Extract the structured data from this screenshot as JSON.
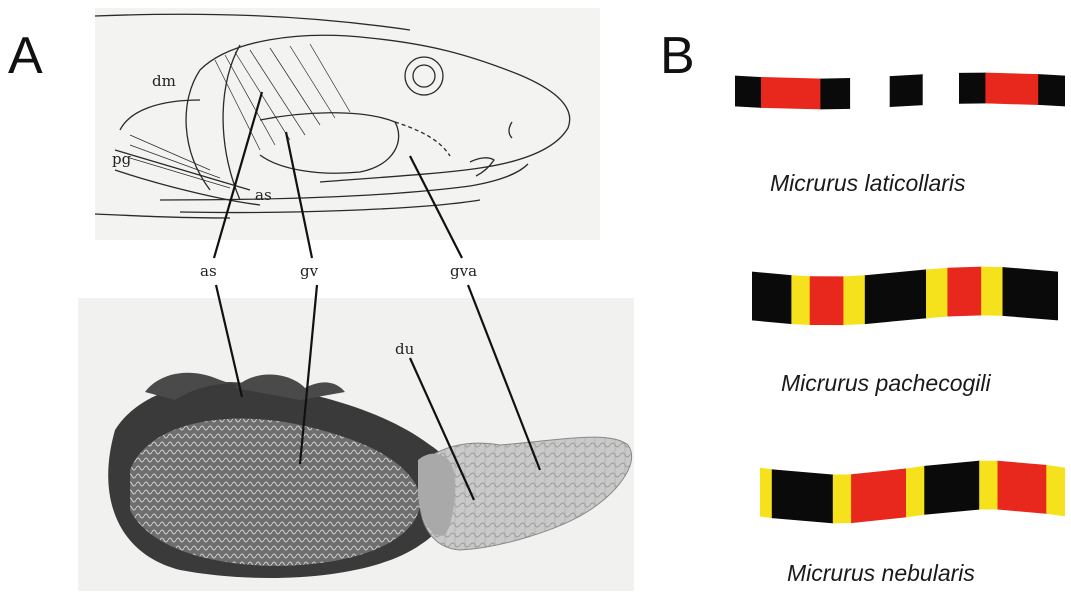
{
  "panels": {
    "a": {
      "letter": "A",
      "drawing_labels": {
        "dm": "dm",
        "pg": "pg",
        "as": "as"
      },
      "callouts": {
        "as": "as",
        "gv": "gv",
        "gva": "gva",
        "du": "du"
      }
    },
    "b": {
      "letter": "B",
      "species": [
        {
          "name": "Micrurus laticollaris",
          "colors": [
            "black",
            "red",
            "black",
            "white",
            "black",
            "white",
            "black",
            "red",
            "black"
          ]
        },
        {
          "name": "Micrurus pachecogili",
          "colors": [
            "black",
            "yellow",
            "red",
            "yellow",
            "black",
            "yellow",
            "red",
            "yellow",
            "black"
          ]
        },
        {
          "name": "Micrurus nebularis",
          "colors": [
            "yellow",
            "black",
            "yellow",
            "red",
            "yellow",
            "black",
            "yellow",
            "red",
            "yellow"
          ]
        }
      ]
    }
  },
  "palette": {
    "red": "#e8281c",
    "yellow": "#f5e21c",
    "black": "#0a0a0a",
    "white": "#ffffff"
  }
}
